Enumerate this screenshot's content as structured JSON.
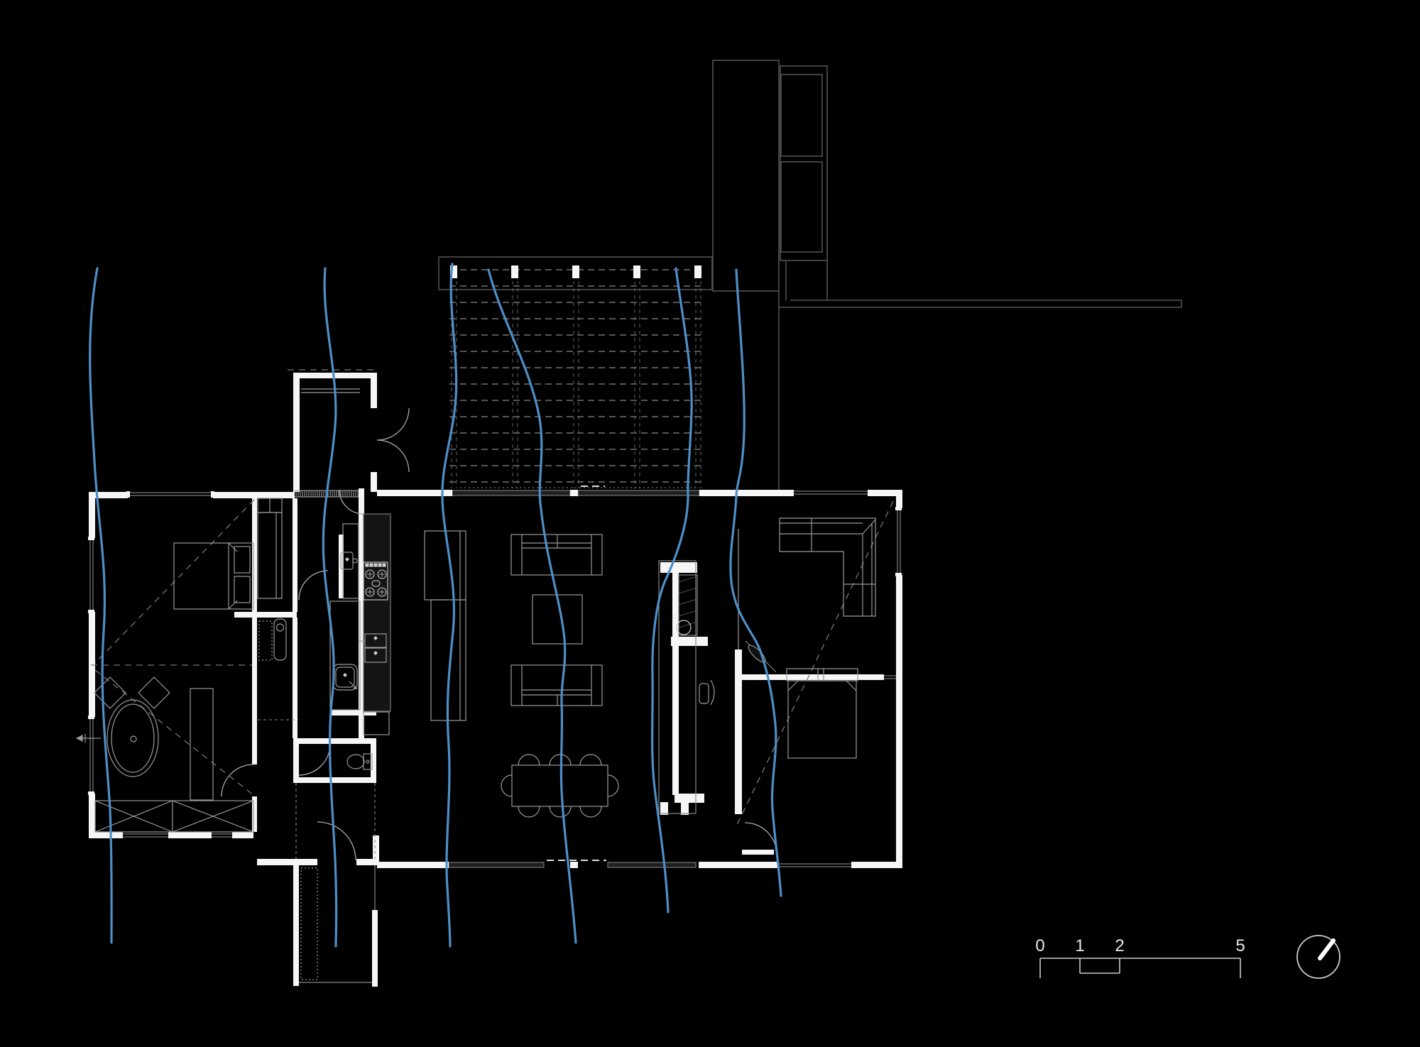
{
  "title": "architectural-floor-plan",
  "scale_bar": {
    "labels": [
      "0",
      "1",
      "2",
      "5"
    ]
  },
  "icons": {
    "north_arrow": "compass-north-arrow-icon"
  },
  "colors": {
    "background": "#000000",
    "wall_white": "#f6f6f6",
    "furniture_grey": "#9a9a9a",
    "site_grey": "#555555",
    "deck_dash_grey": "#8a8a8a",
    "roof_dash_grey": "#777777",
    "stream_blue": "#4e8fc7",
    "scale_text": "#e8e8e8"
  }
}
